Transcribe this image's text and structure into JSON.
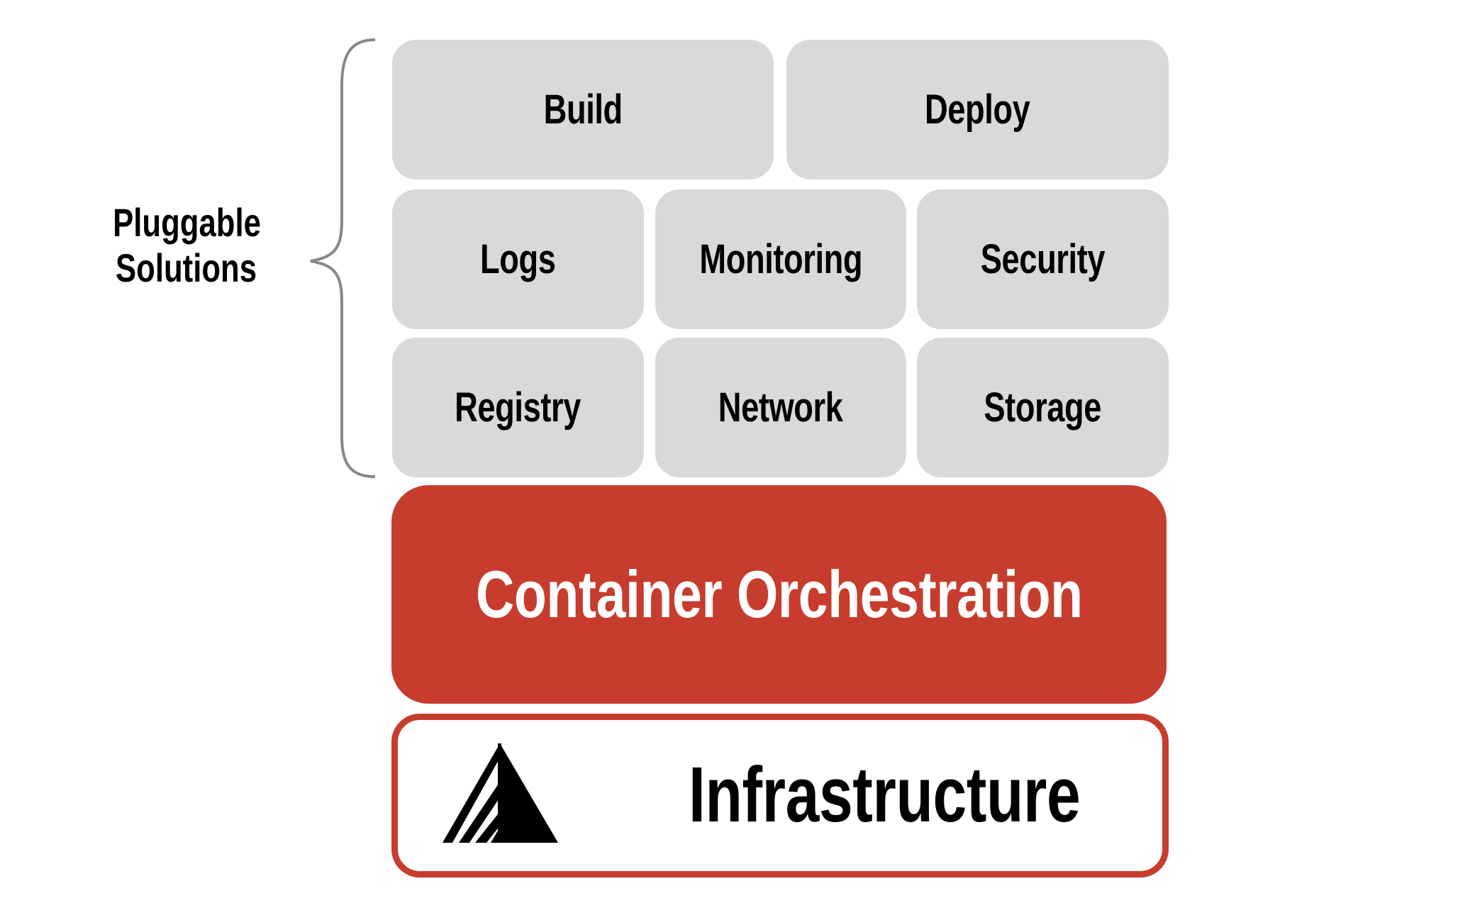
{
  "diagram": {
    "side_label": [
      "Pluggable",
      "Solutions"
    ],
    "pluggable_rows": [
      [
        "Build",
        "Deploy"
      ],
      [
        "Logs",
        "Monitoring",
        "Security"
      ],
      [
        "Registry",
        "Network",
        "Storage"
      ]
    ],
    "orchestration_label": "Container Orchestration",
    "infrastructure_label": "Infrastructure",
    "infrastructure_icon": "mountain-logo-icon",
    "colors": {
      "accent_red": "#c63c2d",
      "box_gray": "#d9d9d9",
      "brace_gray": "#888888",
      "text": "#000000"
    }
  }
}
